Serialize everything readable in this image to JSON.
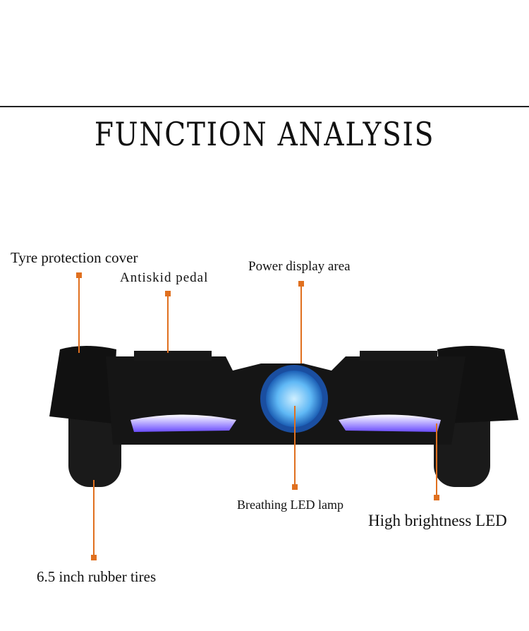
{
  "title": "FUNCTION ANALYSIS",
  "labels": {
    "tyre_cover": "Tyre protection cover",
    "antiskid": "Antiskid pedal",
    "power_display": "Power display area",
    "breathing_led": "Breathing LED lamp",
    "high_led": "High brightness LED",
    "tires": "6.5 inch rubber tires"
  },
  "colors": {
    "accent": "#e0701f",
    "led": "#5a3cff",
    "glow": "#7fd0ff"
  }
}
